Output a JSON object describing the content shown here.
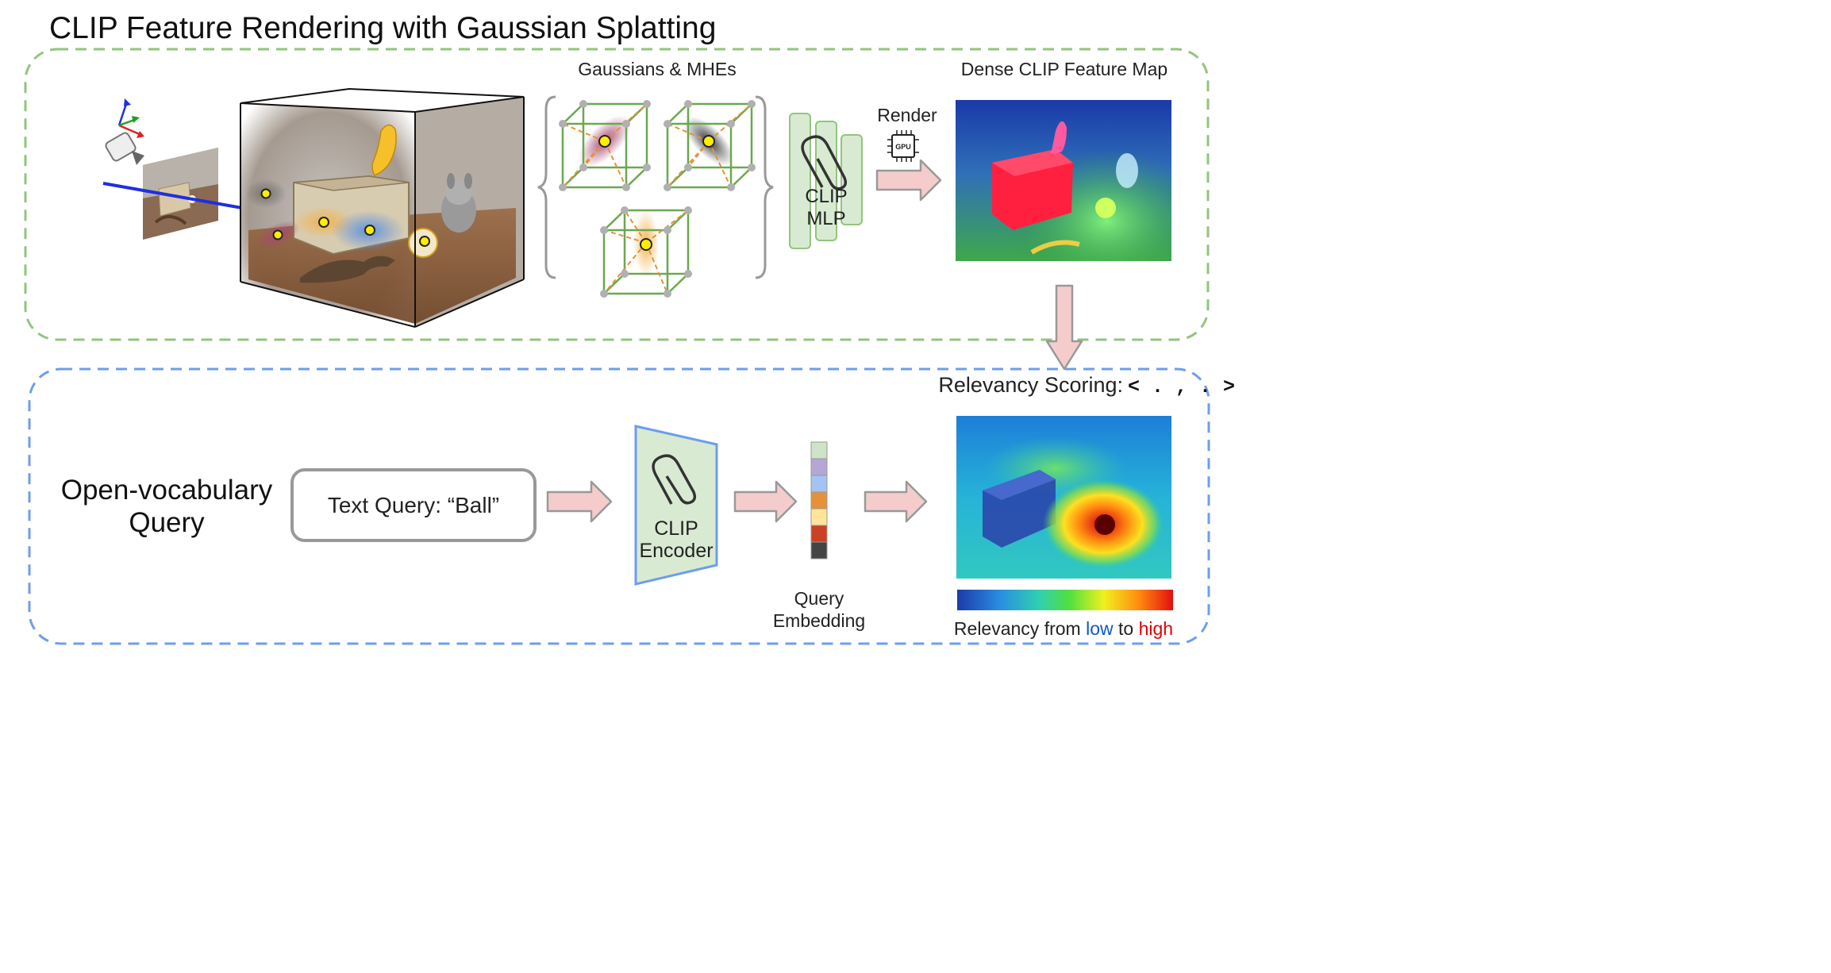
{
  "title": "CLIP Feature Rendering with Gaussian Splatting",
  "top_panel": {
    "gaussians_label": "Gaussians & MHEs",
    "mlp_label_line1": "CLIP",
    "mlp_label_line2": "MLP",
    "render_label": "Render",
    "gpu_label": "GPU",
    "feature_map_label": "Dense CLIP Feature Map"
  },
  "bottom_panel": {
    "relevancy_label": "Relevancy Scoring:",
    "relevancy_symbol": "< . , . >",
    "query_line1": "Open-vocabulary",
    "query_line2": "Query",
    "text_query": "Text Query: “Ball”",
    "encoder_line1": "CLIP",
    "encoder_line2": "Encoder",
    "embedding_line1": "Query",
    "embedding_line2": "Embedding",
    "legend_prefix": "Relevancy from ",
    "legend_low": "low",
    "legend_mid": " to ",
    "legend_high": "high"
  },
  "colors": {
    "top_border": "#93c47d",
    "bottom_border": "#6d9eeb",
    "arrow_fill": "#f4cccc",
    "arrow_stroke": "#999999",
    "clip_box_fill": "#d9ead3",
    "clip_box_stroke": "#93c47d",
    "encoder_fill": "#d9ead3",
    "encoder_stroke": "#6d9eeb",
    "low": "#1155cc",
    "high": "#e00000"
  },
  "embedding_colors": [
    "#cfe3c8",
    "#b4a7d6",
    "#a4c2f4",
    "#e69138",
    "#ffe599",
    "#cc4125",
    "#444444"
  ]
}
